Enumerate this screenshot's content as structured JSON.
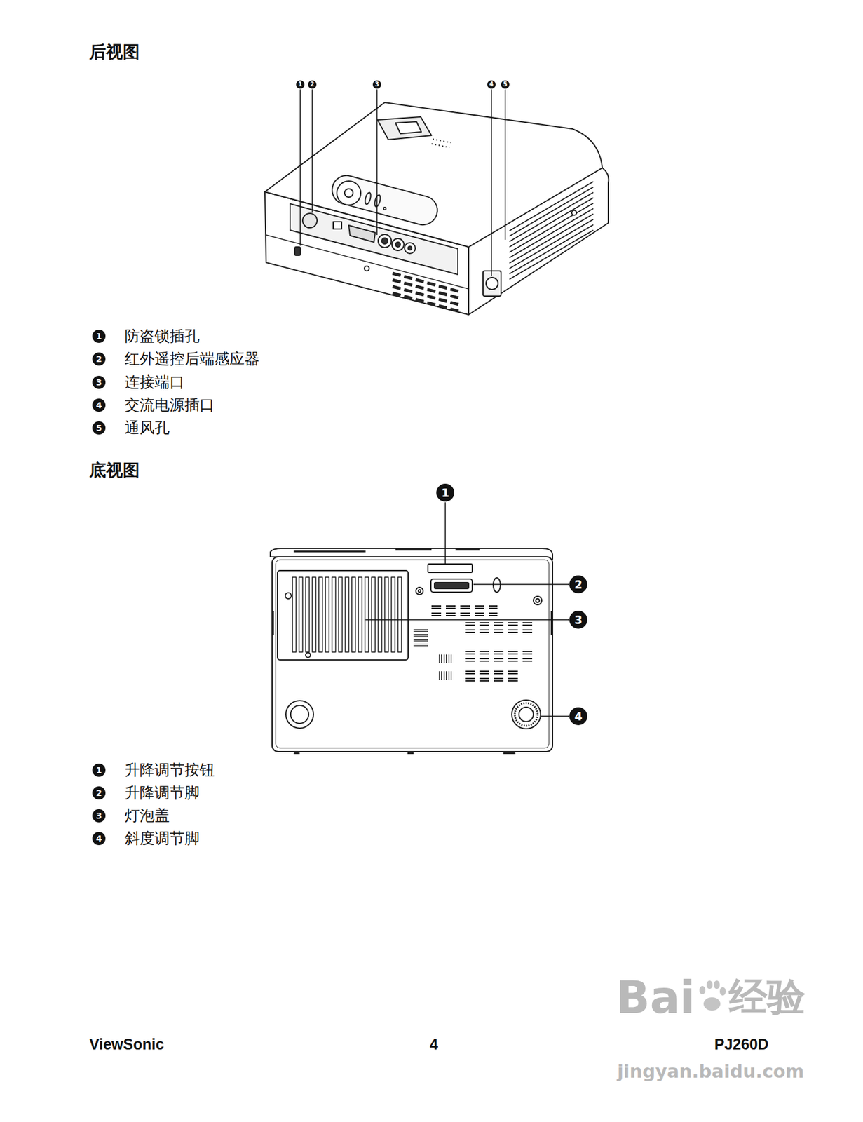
{
  "diagram": {
    "labels": [
      "后视图",
      "1",
      "2",
      "3",
      "4",
      "5",
      "1",
      "防盗锁插孔",
      "2",
      "红外遥控后端感应器",
      "3",
      "连接端口",
      "4",
      "交流电源插口",
      "5",
      "通风孔",
      "底视图",
      "1",
      "2",
      "3",
      "4",
      "1",
      "升降调节按钮",
      "2",
      "升降调节脚",
      "3",
      "灯泡盖",
      "4",
      "斜度调节脚",
      "ViewSonic",
      "4",
      "PJ260D",
      "Bai",
      "经验",
      "jingyan.baidu.com"
    ]
  }
}
